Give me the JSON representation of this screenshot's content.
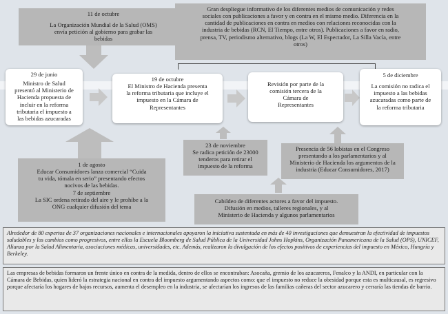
{
  "colors": {
    "background": "#dfe4ea",
    "gray_box": "#b7b7b7",
    "arrow": "#c6c6c6",
    "white_box": "#ffffff"
  },
  "boxes": {
    "oms": {
      "date": "11 de octubre",
      "lines": [
        "La Organización Mundial de la Salud (OMS)",
        "envía petición al gobierno para grabar las",
        "bebidas"
      ]
    },
    "media": {
      "lines": [
        "Gran despliegue informativo de los diferentes medios de comunicación y redes",
        "sociales con publicaciones a favor y en contra en el mismo medio. Diferencia en la",
        "cantidad de publicaciones en contra en medios con relaciones reconocidas con la",
        "industria de bebidas (RCN, El Tiempo, entre otros). Publicaciones a favor en radio,",
        "prensa, TV, periodismo alternativo, blogs (La W, El Espectador, La Silla Vacía, entre",
        "otros)"
      ]
    },
    "june": {
      "date": "29 de junio",
      "lines": [
        "Ministro de Salud",
        "presentó al Ministerio de",
        "Hacienda propuesta de",
        "incluir en la reforma",
        "tributaria el impuesto a",
        "las bebidas azucaradas"
      ]
    },
    "oct19": {
      "date": "19 de octubre",
      "lines": [
        "El Ministro de Hacienda presenta",
        "la reforma tributaria que incluye el",
        "impuesto en la Cámara de",
        "Representantes"
      ]
    },
    "revision": {
      "lines": [
        "Revisión por parte de la",
        "comisión tercera de la",
        "Cámara de",
        "Representantes"
      ]
    },
    "dec5": {
      "date": "5 de diciembre",
      "lines": [
        "La comisión no radica el",
        "impuesto a las bebidas",
        "azucaradas como parte de",
        "la reforma tributaria"
      ]
    },
    "nov23": {
      "date": "23 de noviembre",
      "lines": [
        "Se radica petición de 23000",
        "tenderos para retirar el",
        "impuesto de la reforma"
      ]
    },
    "lobby": {
      "lines": [
        "Presencia de 56 lobistas en el Congreso",
        "presentando a los parlamentarios y al",
        "Ministerio de Hacienda los argumentos de la",
        "industria (Educar Consumidores, 2017)"
      ]
    },
    "aug": {
      "lines": [
        "1 de agosto",
        "Educar Consumidores lanza comercial “Cuida",
        "tu vida, tómala en serio” presentando efectos",
        "nocivos de las bebidas.",
        "7 de septiembre",
        "La SIC ordena retirado del aire y le prohíbe a la",
        "ONG cualquier difusión del tema"
      ]
    },
    "cabildeo": {
      "lines": [
        "Cabildeo de diferentes actores a favor del impuesto.",
        "Difusión en medios, talleres regionales, y al",
        "Ministerio de Hacienda y algunos parlamentarios"
      ]
    }
  },
  "notes": {
    "experts": "Alrededor de 80 expertos de 37 organizaciones nacionales e internacionales apoyaron la iniciativa sustentada en más de 40 investigaciones que demuestran la efectividad de impuestos saludables y los cambios como progresivos, entre ellas la Escuela Bloomberg de Salud Pública de la Universidad Johns Hopkins, Organización Panamericana de la Salud (OPS), UNICEF, Alianza por la Salud Alimentaria, asociaciones médicas, universidades, etc. Además, realizaron la divulgación de los efectos positivos de experiencias del impuesto en México, Hungría y Berkeley.",
    "industry": "Las empresas de bebidas formaron un frente único en contra de la medida, dentro de ellos se encontraban: Asocaña, gremio de los azucareros, Fenalco y la ANDI, en particular con la Cámara de Bebidas, quien lideró la estrategia nacional en contra del impuesto argumentando aspectos como: que el impuesto no reduce la obesidad porque esta es multicausal, es regresivo porque afectaría los hogares de bajos recursos, aumenta el desempleo en la industria, se afectarían los ingresos de las familias cañeras del sector azucarero y cerraría las tiendas de barrio."
  }
}
